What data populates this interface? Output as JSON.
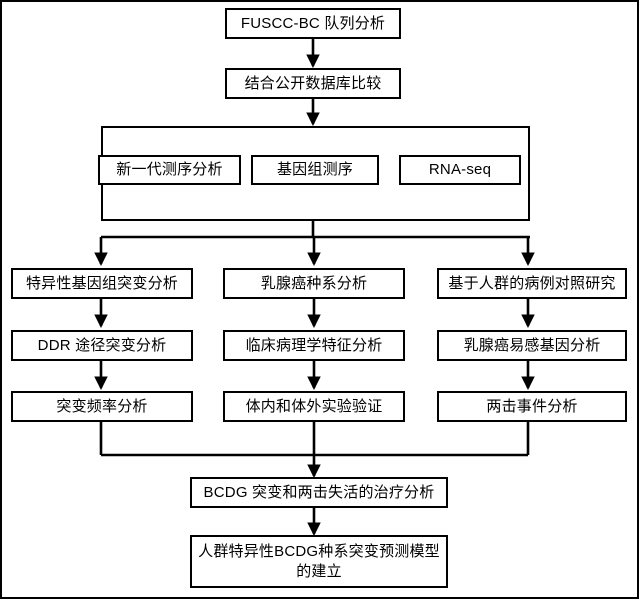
{
  "diagram": {
    "title_text": "FUSCC-BC 队列分析",
    "type": "flowchart",
    "orientation": "top-down",
    "background_color": "#ffffff",
    "line_color": "#000000",
    "box_fill": "#ffffff",
    "nodes": {
      "n1": {
        "label": "FUSCC-BC 队列分析"
      },
      "n2": {
        "label": "结合公开数据库比较"
      },
      "n3a": {
        "label": "新一代测序分析"
      },
      "n3b": {
        "label": "基因组测序"
      },
      "n3c": {
        "label": "RNA-seq"
      },
      "n4a": {
        "label": "特异性基因组突变分析"
      },
      "n4b": {
        "label": "乳腺癌种系分析"
      },
      "n4c": {
        "label": "基于人群的病例对照研究"
      },
      "n5a": {
        "label": "DDR 途径突变分析"
      },
      "n5b": {
        "label": "临床病理学特征分析"
      },
      "n5c": {
        "label": "乳腺癌易感基因分析"
      },
      "n6a": {
        "label": "突变频率分析"
      },
      "n6b": {
        "label": "体内和体外实验验证"
      },
      "n6c": {
        "label": "两击事件分析"
      },
      "n7": {
        "label": "BCDG 突变和两击失活的治疗分析"
      },
      "n8": {
        "label": "人群特异性BCDG种系突变预测模型的建立"
      }
    },
    "columns": {
      "left": "特异性基因组突变分析",
      "middle": "乳腺癌种系分析",
      "right": "基于人群的病例对照研究"
    },
    "edges": [
      {
        "from": "FUSCC-BC 队列分析",
        "to": "结合公开数据库比较"
      },
      {
        "from": "结合公开数据库比较",
        "to": "新一代测序分析 / 基因组测序 / RNA-seq"
      },
      {
        "from": "新一代测序分析 / 基因组测序 / RNA-seq",
        "to": "特异性基因组突变分析"
      },
      {
        "from": "新一代测序分析 / 基因组测序 / RNA-seq",
        "to": "乳腺癌种系分析"
      },
      {
        "from": "新一代测序分析 / 基因组测序 / RNA-seq",
        "to": "基于人群的病例对照研究"
      },
      {
        "from": "特异性基因组突变分析",
        "to": "DDR 途径突变分析"
      },
      {
        "from": "DDR 途径突变分析",
        "to": "突变频率分析"
      },
      {
        "from": "乳腺癌种系分析",
        "to": "临床病理学特征分析"
      },
      {
        "from": "临床病理学特征分析",
        "to": "体内和体外实验验证"
      },
      {
        "from": "基于人群的病例对照研究",
        "to": "乳腺癌易感基因分析"
      },
      {
        "from": "乳腺癌易感基因分析",
        "to": "两击事件分析"
      },
      {
        "from": "突变频率分析",
        "to": "BCDG 突变和两击失活的治疗分析"
      },
      {
        "from": "体内和体外实验验证",
        "to": "BCDG 突变和两击失活的治疗分析"
      },
      {
        "from": "两击事件分析",
        "to": "BCDG 突变和两击失活的治疗分析"
      },
      {
        "from": "BCDG 突变和两击失活的治疗分析",
        "to": "人群特异性BCDG种系突变预测模型的建立"
      }
    ]
  }
}
